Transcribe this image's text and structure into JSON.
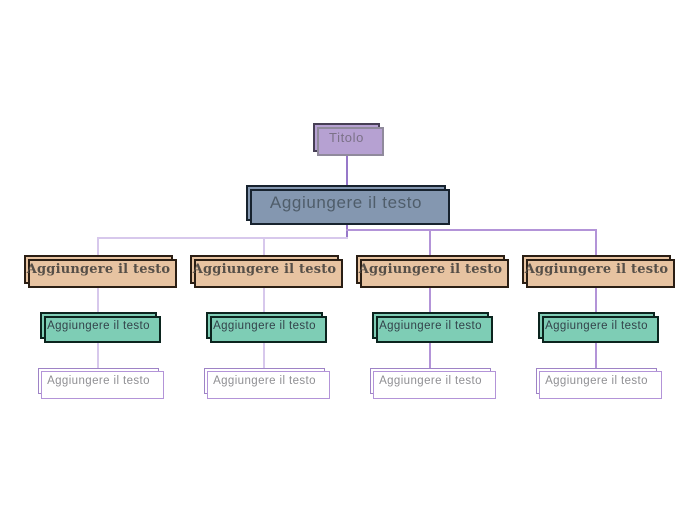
{
  "tree": {
    "title": {
      "label": "Titolo"
    },
    "root": {
      "label": "Aggiungere il testo"
    },
    "branches": [
      {
        "nodes": [
          {
            "label": "Aggiungere il testo"
          },
          {
            "label": "Aggiungere il testo"
          },
          {
            "label": "Aggiungere il testo"
          }
        ]
      },
      {
        "nodes": [
          {
            "label": "Aggiungere il testo"
          },
          {
            "label": "Aggiungere il testo"
          },
          {
            "label": "Aggiungere il testo"
          }
        ]
      },
      {
        "nodes": [
          {
            "label": "Aggiungere il testo"
          },
          {
            "label": "Aggiungere il testo"
          },
          {
            "label": "Aggiungere il testo"
          }
        ]
      },
      {
        "nodes": [
          {
            "label": "Aggiungere il testo"
          },
          {
            "label": "Aggiungere il testo"
          },
          {
            "label": "Aggiungere il testo"
          }
        ]
      }
    ]
  },
  "colors": {
    "title-fill": "#b6a1d2",
    "title-border": "#473f55",
    "title-text": "#7b7187",
    "root-fill": "#8497b0",
    "root-border": "#17222e",
    "root-text": "#4f5d6a",
    "tan-fill": "#e7c3a1",
    "tan-border": "#2a1e14",
    "tan-text": "#564f48",
    "teal-fill": "#7ecdb5",
    "teal-border": "#0b241e",
    "teal-text": "#33424a",
    "outline-fill": "#ffffff",
    "outline-border": "#9e83c6",
    "outline-text": "#8f8f93",
    "line-light": "#d7c8ec",
    "line-med": "#b394d8",
    "line-dark": "#9778c9",
    "shadow-gray": "#908a9c"
  }
}
